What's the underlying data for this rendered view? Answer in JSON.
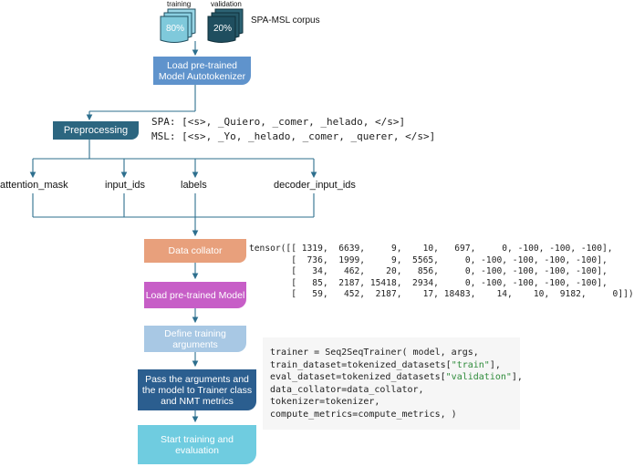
{
  "corpus": {
    "training_label": "training",
    "validation_label": "validation",
    "training_pct": "80%",
    "validation_pct": "20%",
    "corpus_name": "SPA-MSL corpus"
  },
  "steps": {
    "load_tokenizer": "Load pre-trained Model Autotokenizer",
    "preprocessing": "Preprocessing",
    "data_collator": "Data collator",
    "load_model": "Load pre-trained Model",
    "define_args": "Define training arguments",
    "pass_args": "Pass the arguments and the model to Trainer class and NMT metrics",
    "start_training": "Start training and evaluation"
  },
  "tokens": {
    "spa": "SPA: [<s>, _Quiero, _comer, _helado, </s>]",
    "msl": "MSL: [<s>, _Yo, _helado, _comer, _querer, </s>]"
  },
  "features": {
    "attention_mask": "attention_mask",
    "input_ids": "input_ids",
    "labels": "labels",
    "decoder_input_ids": "decoder_input_ids"
  },
  "tensor_lines": [
    "tensor([[ 1319,  6639,     9,    10,   697,     0, -100, -100, -100],",
    "        [  736,  1999,     9,  5565,     0, -100, -100, -100, -100],",
    "        [   34,   462,    20,   856,     0, -100, -100, -100, -100],",
    "        [   85,  2187, 15418,  2934,     0, -100, -100, -100, -100],",
    "        [   59,   452,  2187,    17, 18483,    14,    10,  9182,     0]])"
  ],
  "trainer_code": {
    "line1": "trainer = Seq2SeqTrainer( model, args,",
    "line2_pre": "train_dataset=tokenized_datasets[",
    "line2_str": "\"train\"",
    "line2_post": "],",
    "line3_pre": "eval_dataset=tokenized_datasets[",
    "line3_str": "\"validation\"",
    "line3_post": "],",
    "line4": "data_collator=data_collator,",
    "line5": "tokenizer=tokenizer,",
    "line6": "compute_metrics=compute_metrics, )"
  },
  "colors": {
    "training_light": "#7fc9db",
    "validation_dark": "#1f4e5f",
    "tokenizer_blue": "#5f93cc",
    "preprocessing_teal": "#2c6680",
    "collator_orange": "#e8a07c",
    "model_magenta": "#c75ec7",
    "args_lightblue": "#a8c8e4",
    "pass_navy": "#2b5e8f",
    "start_cyan": "#6fcce0",
    "line": "#2d6f8e",
    "string_green": "#2e8b3a"
  }
}
